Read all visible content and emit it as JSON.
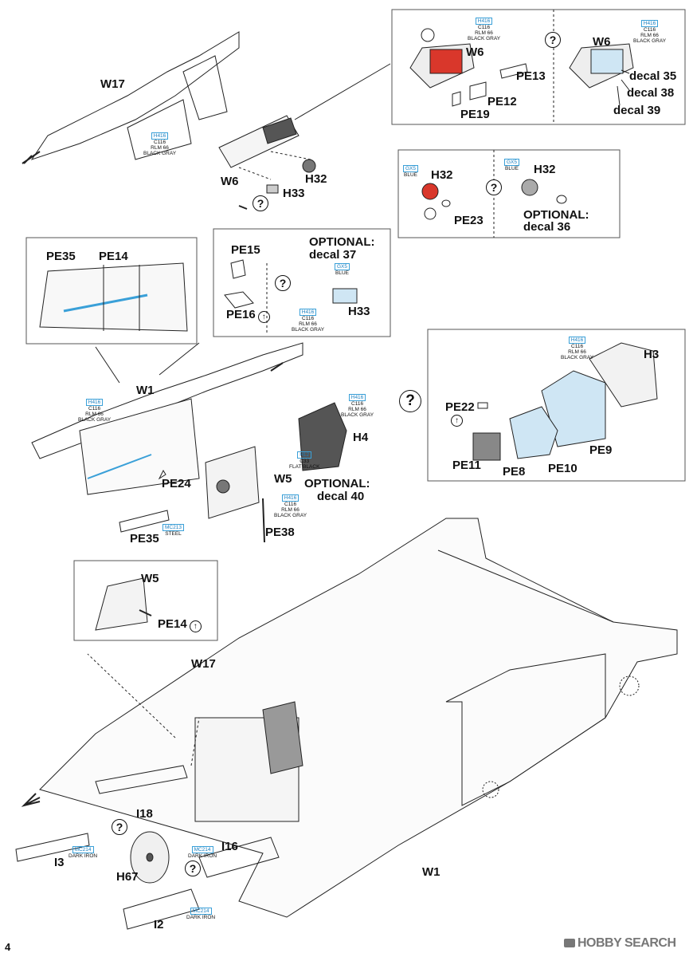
{
  "page_number": "4",
  "watermark": "HOBBY SEARCH",
  "arrow_glyph": "↑",
  "question_glyph": "?",
  "colors": {
    "accent_blue": "#3aa0d8",
    "red_part": "#d9372b",
    "light_blue_fill": "#cfe6f4",
    "line": "#222222"
  },
  "paints": {
    "h416": {
      "code": "H416",
      "c": "C116",
      "l1": "RLM 66",
      "l2": "BLACK GRAY"
    },
    "gx5": {
      "code": "GX5",
      "name": "BLUE"
    },
    "h12": {
      "code": "H12",
      "c": "C33",
      "name": "FLAT BLACK"
    },
    "mc213": {
      "code": "MC213",
      "name": "STEEL"
    },
    "mc214": {
      "code": "MC214",
      "name": "DARK IRON"
    }
  },
  "labels": {
    "w17_top": "W17",
    "w6_main": "W6",
    "h33": "H33",
    "h32_main": "H32",
    "w6_inset1": "W6",
    "pe13": "PE13",
    "pe12": "PE12",
    "pe19": "PE19",
    "w6_inset2": "W6",
    "decal35": "decal 35",
    "decal38": "decal 38",
    "decal39": "decal 39",
    "h32_inset1": "H32",
    "pe23": "PE23",
    "h32_inset2": "H32",
    "optional1": "OPTIONAL:",
    "decal36": "decal 36",
    "pe15": "PE15",
    "pe16": "PE16",
    "optional2": "OPTIONAL:",
    "decal37": "decal 37",
    "h33_inset": "H33",
    "pe35_detail": "PE35",
    "pe14_detail": "PE14",
    "w1_mid": "W1",
    "pe24": "PE24",
    "pe35": "PE35",
    "w5": "W5",
    "pe38": "PE38",
    "h4": "H4",
    "optional3": "OPTIONAL:",
    "decal40": "decal 40",
    "h3": "H3",
    "pe22": "PE22",
    "pe9": "PE9",
    "pe11": "PE11",
    "pe8": "PE8",
    "pe10": "PE10",
    "w5_inset": "W5",
    "pe14_inset": "PE14",
    "w17_bottom": "W17",
    "i18": "I18",
    "i3": "I3",
    "i16": "I16",
    "h67": "H67",
    "i2": "I2",
    "w1_bottom": "W1"
  }
}
